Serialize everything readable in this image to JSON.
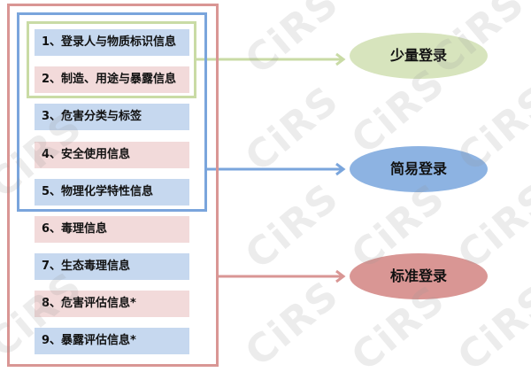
{
  "items": [
    "1、登录人与物质标识信息",
    "2、制造、用途与暴露信息",
    "3、危害分类与标签",
    "4、安全使用信息",
    "5、物理化学特性信息",
    "6、毒理信息",
    "7、生态毒理信息",
    "8、危害评估信息*",
    "9、暴露评估信息*"
  ],
  "registrations": {
    "small": "少量登录",
    "simple": "简易登录",
    "standard": "标准登录"
  },
  "colors": {
    "green": "#d7e4bd",
    "blue": "#8db3e2",
    "red": "#d99694"
  },
  "watermark": "CiRS"
}
